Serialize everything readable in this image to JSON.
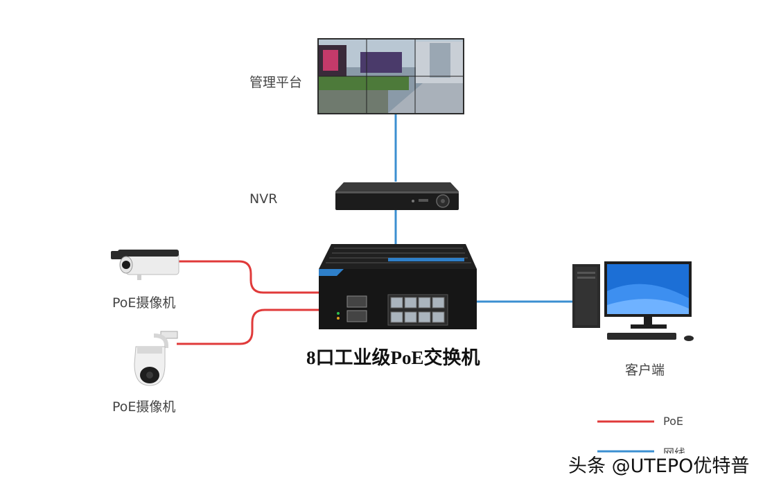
{
  "nodes": {
    "platform_label": "管理平台",
    "nvr_label": "NVR",
    "camera1_label": "PoE摄像机",
    "camera2_label": "PoE摄像机",
    "switch_label": "8口工业级PoE交换机",
    "client_label": "客户端"
  },
  "legend": {
    "poe_label": "PoE",
    "network_label": "网线"
  },
  "watermark": "头条 @UTEPO优特普",
  "colors": {
    "poe_line": "#e03a3a",
    "network_line": "#3b8fd1"
  }
}
